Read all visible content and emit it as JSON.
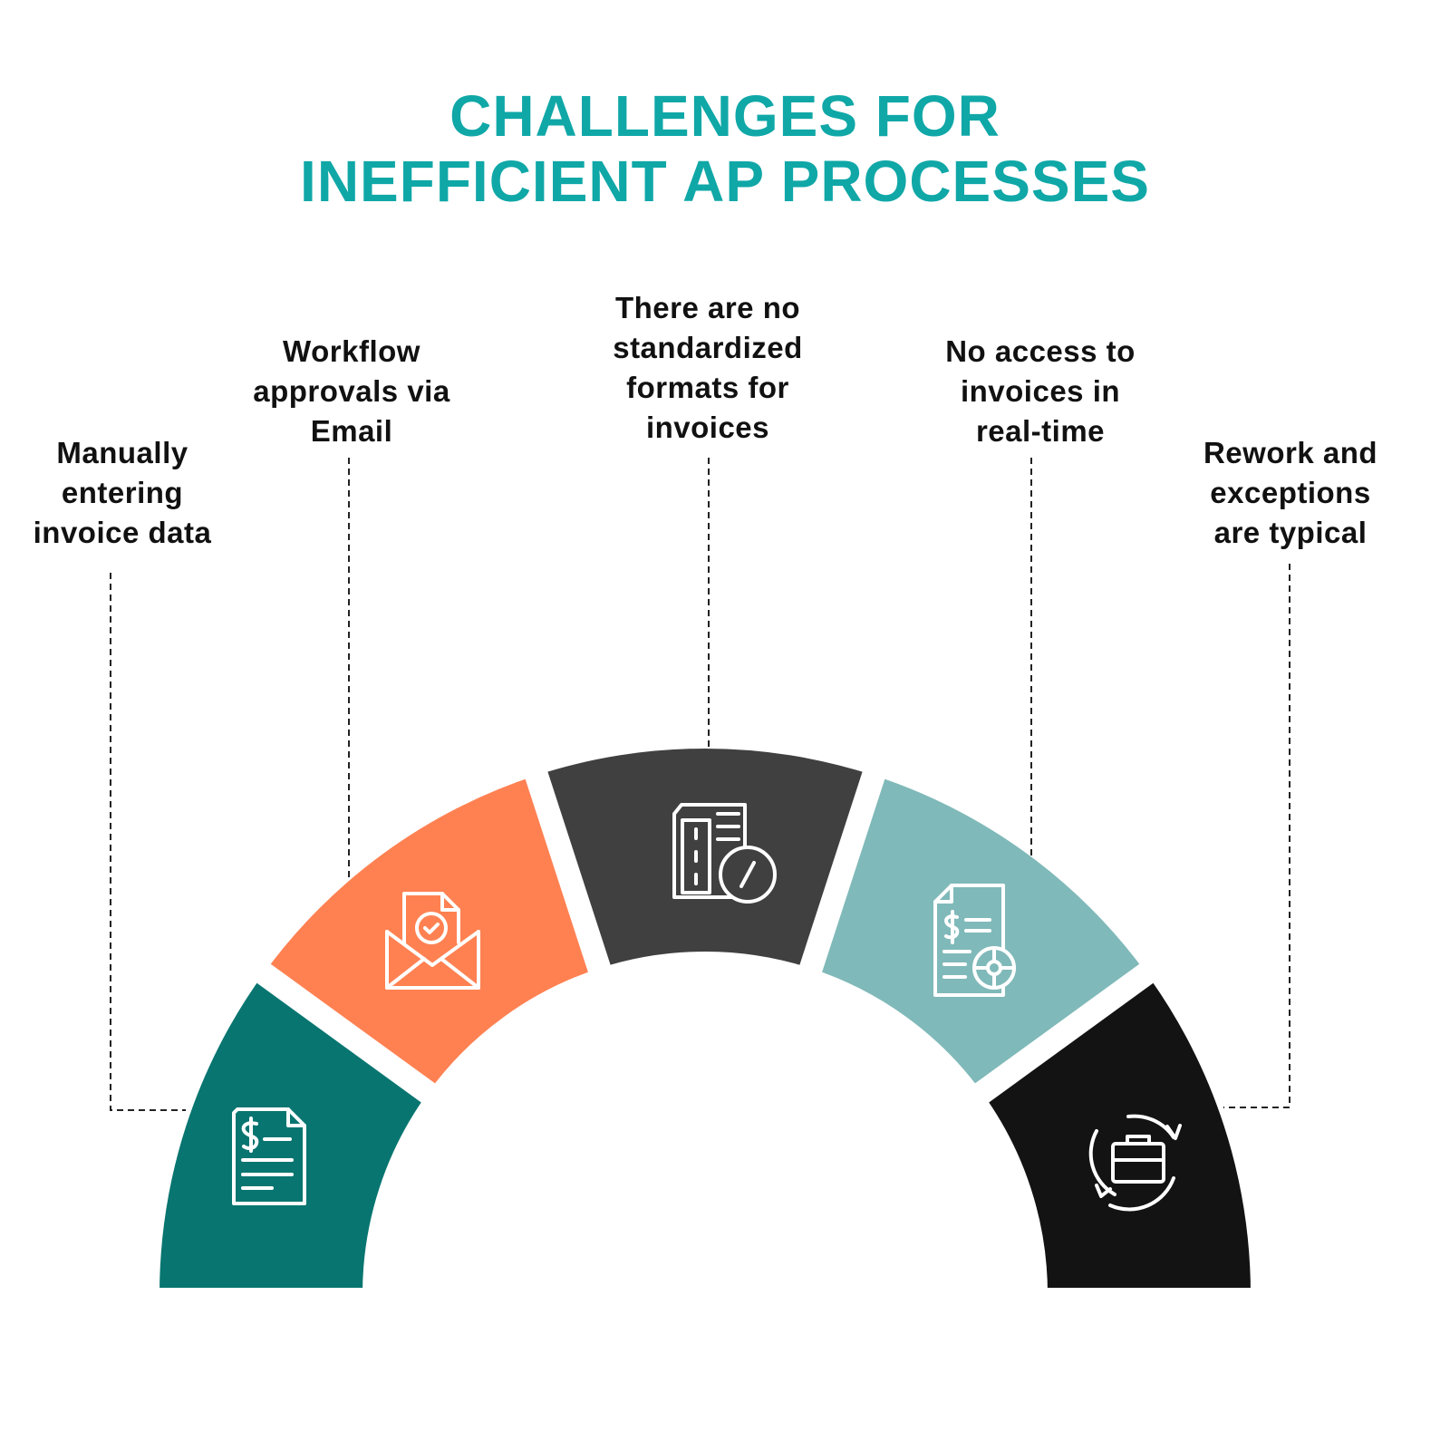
{
  "title": {
    "line1": "CHALLENGES FOR",
    "line2": "INEFFICIENT AP PROCESSES"
  },
  "colors": {
    "title": "#10a7a7",
    "seg1": "#087570",
    "seg2": "#ff8152",
    "seg3": "#404040",
    "seg4": "#80b9b9",
    "seg5": "#131313"
  },
  "segments": [
    {
      "label": "Manually entering invoice data",
      "icon": "invoice-dollar-icon"
    },
    {
      "label": "Workflow approvals via Email",
      "icon": "email-approval-icon"
    },
    {
      "label": "There are no standardized formats for invoices",
      "icon": "document-format-icon"
    },
    {
      "label": "No access to invoices in real-time",
      "icon": "invoice-access-icon"
    },
    {
      "label": "Rework and exceptions are typical",
      "icon": "briefcase-rework-icon"
    }
  ],
  "labels": [
    [
      "Manually",
      "entering",
      "invoice data"
    ],
    [
      "Workflow",
      "approvals via",
      "Email"
    ],
    [
      "There are no",
      "standardized",
      "formats for",
      "invoices"
    ],
    [
      "No access to",
      "invoices in",
      "real-time"
    ],
    [
      "Rework and",
      "exceptions",
      "are typical"
    ]
  ]
}
